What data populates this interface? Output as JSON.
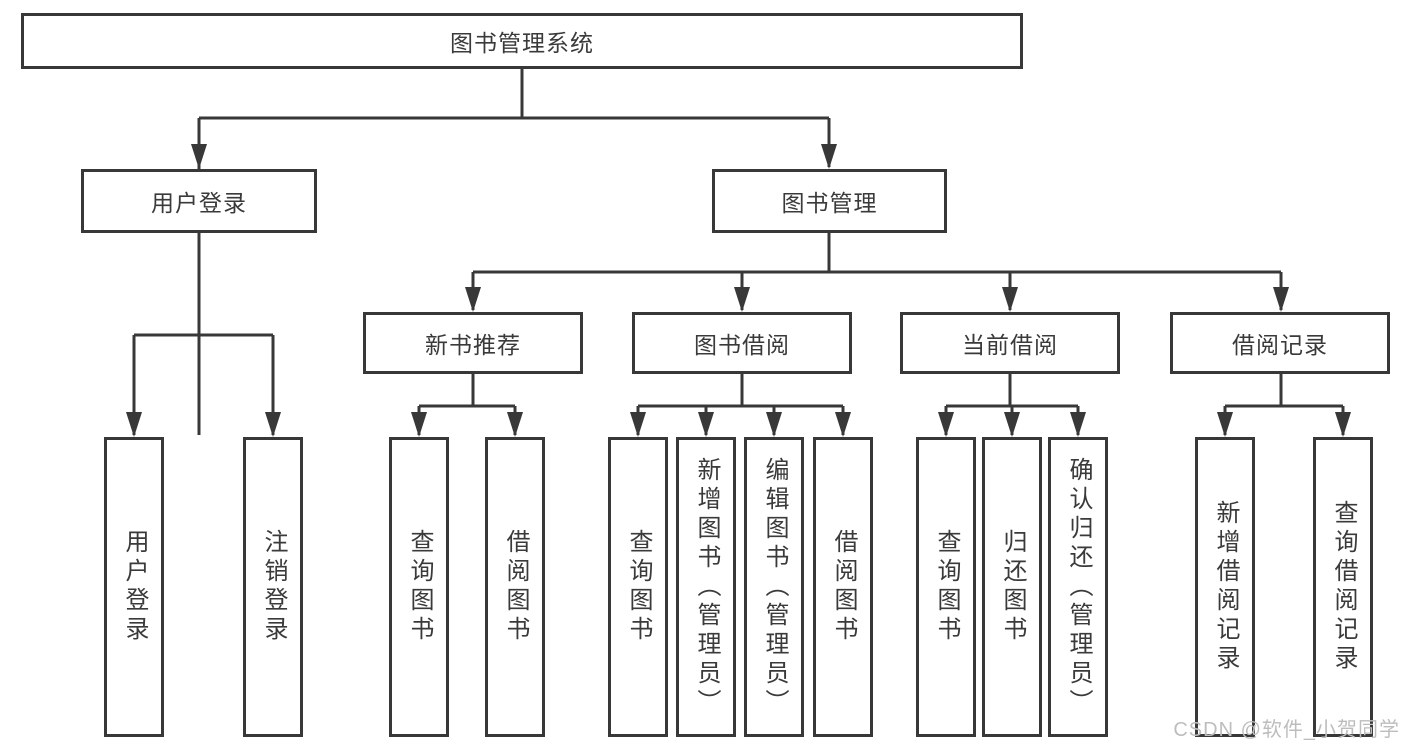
{
  "diagram": {
    "root": {
      "label": "图书管理系统"
    },
    "user_login_branch": {
      "label": "用户登录",
      "children": [
        {
          "label": "用户登录"
        },
        {
          "label": "注销登录"
        }
      ]
    },
    "book_management_branch": {
      "label": "图书管理",
      "sections": [
        {
          "label": "新书推荐",
          "children": [
            {
              "label": "查询图书"
            },
            {
              "label": "借阅图书"
            }
          ]
        },
        {
          "label": "图书借阅",
          "children": [
            {
              "label": "查询图书"
            },
            {
              "label": "新增图书（管理员）"
            },
            {
              "label": "编辑图书（管理员）"
            },
            {
              "label": "借阅图书"
            }
          ]
        },
        {
          "label": "当前借阅",
          "children": [
            {
              "label": "查询图书"
            },
            {
              "label": "归还图书"
            },
            {
              "label": "确认归还（管理员）"
            }
          ]
        },
        {
          "label": "借阅记录",
          "children": [
            {
              "label": "新增借阅记录"
            },
            {
              "label": "查询借阅记录"
            }
          ]
        }
      ]
    }
  },
  "watermark": "CSDN @软件_小贺同学",
  "colors": {
    "line": "#383838",
    "text": "#3a3a3a",
    "watermark": "#bdbdbd",
    "background": "#ffffff"
  }
}
